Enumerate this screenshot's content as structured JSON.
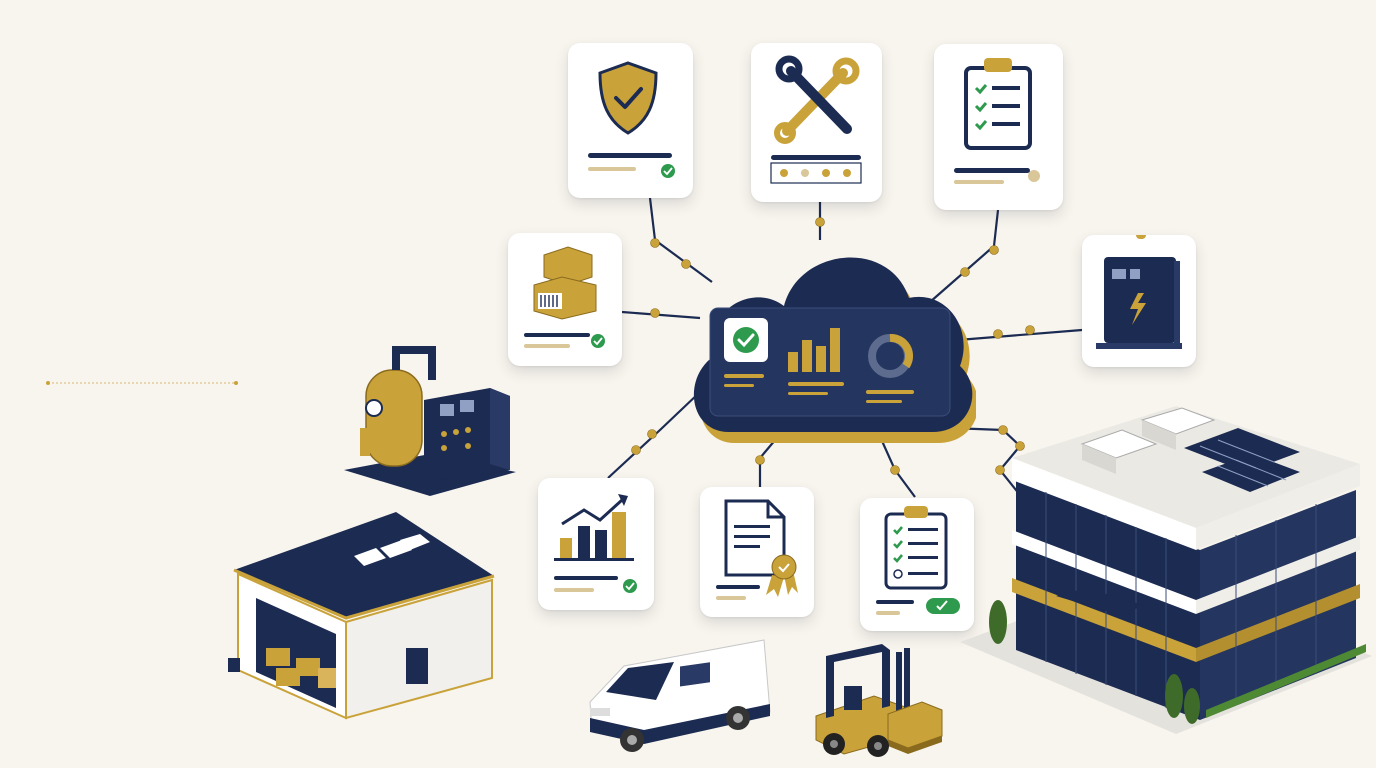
{
  "colors": {
    "navy": "#1c2b52",
    "gold": "#c9a23a",
    "green": "#2e9a4e",
    "background": "#f8f5ee"
  },
  "hub": {
    "icons": [
      "cloud-icon",
      "check-icon",
      "bar-chart-icon",
      "donut-chart-icon"
    ]
  },
  "cards": [
    {
      "id": "security",
      "icon": "shield-check-icon"
    },
    {
      "id": "maintenance",
      "icon": "wrench-screwdriver-icon"
    },
    {
      "id": "checklist",
      "icon": "clipboard-checklist-icon"
    },
    {
      "id": "inventory",
      "icon": "boxes-barcode-icon"
    },
    {
      "id": "power",
      "icon": "electrical-panel-icon"
    },
    {
      "id": "growth",
      "icon": "trending-chart-icon"
    },
    {
      "id": "certificate",
      "icon": "certificate-document-icon"
    },
    {
      "id": "tasks",
      "icon": "clipboard-tasks-icon"
    }
  ],
  "assets": [
    "boiler-icon",
    "warehouse-icon",
    "van-icon",
    "forklift-icon",
    "office-building-icon"
  ]
}
